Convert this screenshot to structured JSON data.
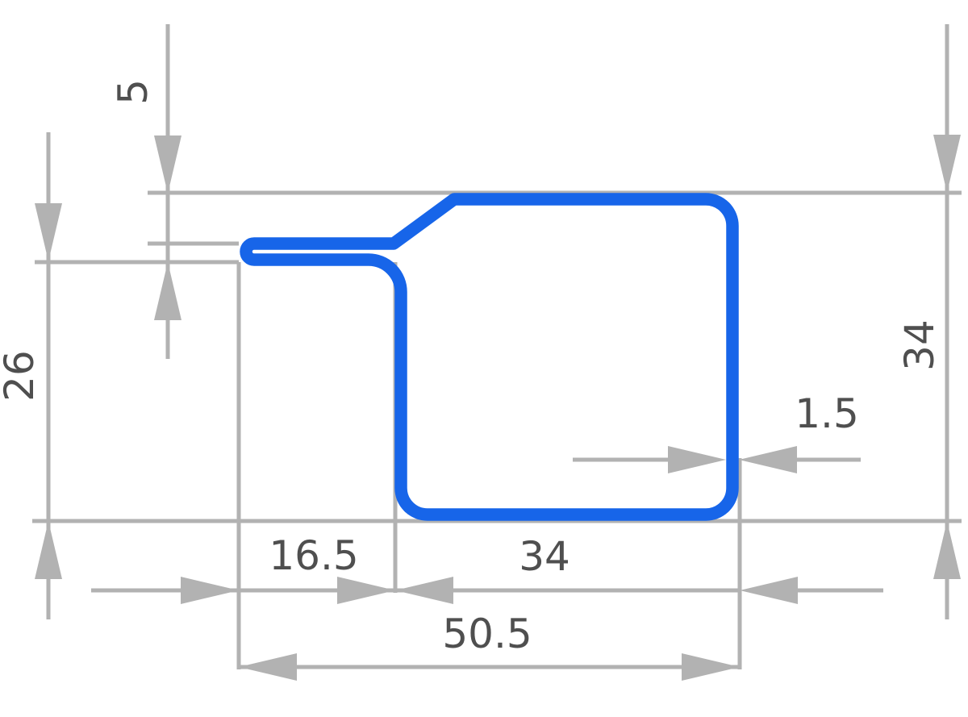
{
  "dimensions": {
    "top_flange_offset": "5",
    "left_height": "26",
    "right_height": "34",
    "wall_thickness": "1.5",
    "bottom_flange_width": "16.5",
    "bottom_body_width": "34",
    "bottom_overall_width": "50.5"
  },
  "colors": {
    "profile": "#1765e9",
    "dim": "#b2b2b2",
    "label": "#4f4f4f",
    "background": "#ffffff"
  }
}
